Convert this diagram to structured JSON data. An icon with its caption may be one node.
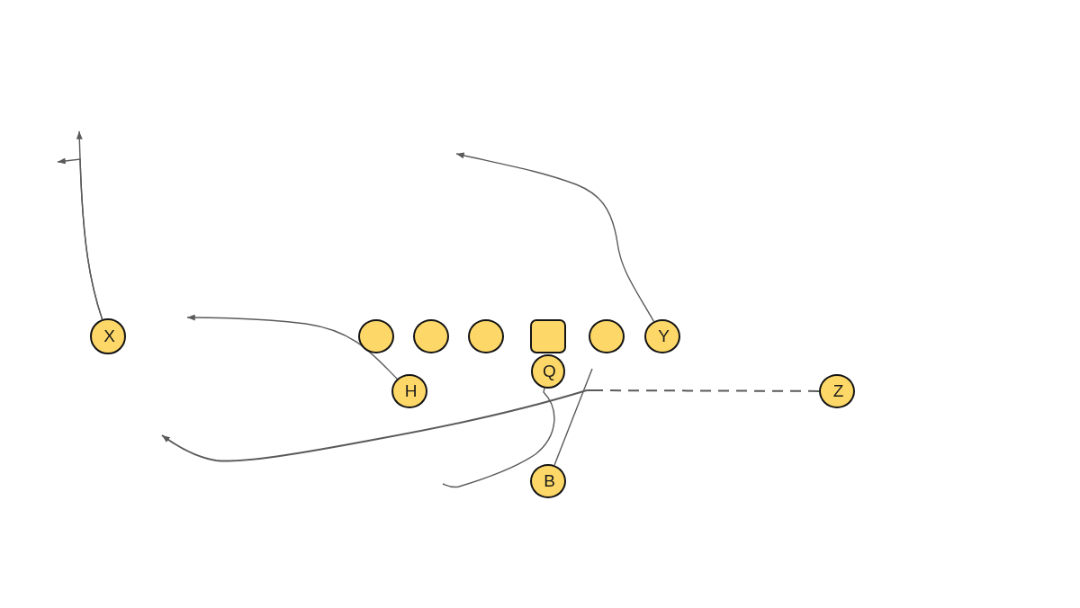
{
  "diagram": {
    "nodes": [
      {
        "text": [
          "X"
        ]
      },
      {
        "text": [],
        "shape": "circle"
      },
      {
        "text": [],
        "shape": "circle"
      },
      {
        "text": [],
        "shape": "circle"
      },
      {
        "text": [],
        "shape": "box"
      },
      {
        "text": [],
        "shape": "circle"
      },
      {
        "text": [
          "Y"
        ]
      },
      {
        "text": [
          "Q"
        ]
      },
      {
        "text": [
          "H"
        ]
      },
      {
        "text": [
          "Z"
        ]
      },
      {
        "text": [
          "B"
        ]
      }
    ],
    "edges": [
      {
        "from": 0,
        "to": null,
        "arrow": "to"
      },
      {
        "from": 0,
        "to": null,
        "arrow": "to"
      },
      {
        "from": 6,
        "to": null,
        "arrow": "to"
      },
      {
        "from": 7,
        "to": null,
        "arrow": "none"
      },
      {
        "from": 8,
        "to": null,
        "arrow": "to"
      },
      {
        "from": 9,
        "to": null,
        "arrow": "to",
        "style": "dashed"
      },
      {
        "from": 10,
        "to": null,
        "arrow": "none"
      }
    ]
  }
}
